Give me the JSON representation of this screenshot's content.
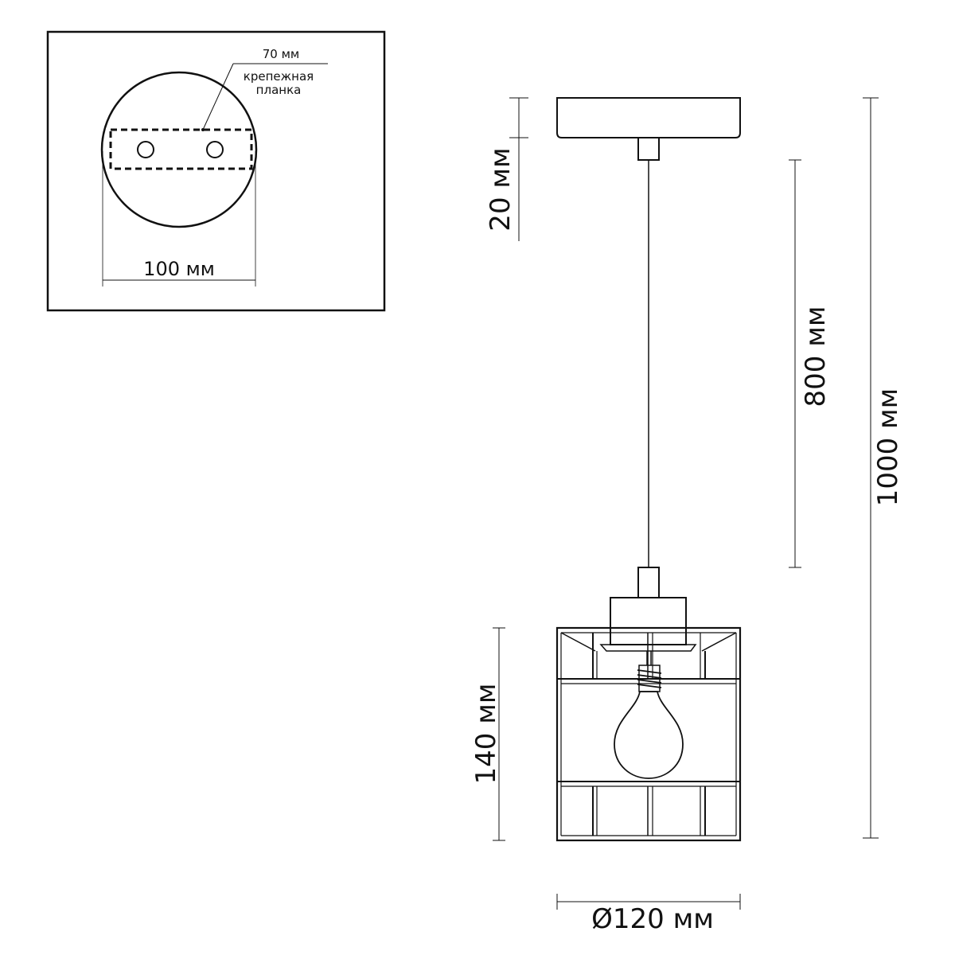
{
  "inset": {
    "dim_mounting_spacing": "70 мм",
    "mounting_plate_label_line1": "крепежная",
    "mounting_plate_label_line2": "планка",
    "dim_canopy_diameter": "100 мм"
  },
  "pendant": {
    "dim_canopy_height": "20 мм",
    "dim_cord_length": "800 мм",
    "dim_total_height": "1000 мм",
    "dim_shade_height": "140 мм",
    "dim_shade_diameter": "Ø120 мм"
  },
  "colors": {
    "line": "#111111",
    "background": "#ffffff"
  }
}
